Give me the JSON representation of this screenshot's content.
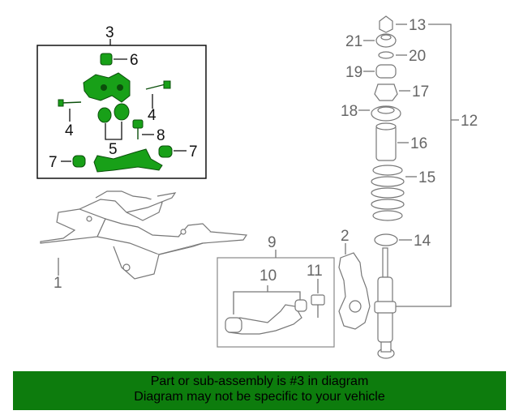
{
  "labels": {
    "l1": "1",
    "l2": "2",
    "l3": "3",
    "l4a": "4",
    "l4b": "4",
    "l5": "5",
    "l6": "6",
    "l7a": "7",
    "l7b": "7",
    "l8": "8",
    "l9": "9",
    "l10": "10",
    "l11": "11",
    "l12": "12",
    "l13": "13",
    "l14": "14",
    "l15": "15",
    "l16": "16",
    "l17": "17",
    "l18": "18",
    "l19": "19",
    "l20": "20",
    "l21": "21"
  },
  "footer": {
    "line1": "Part or sub-assembly is #3 in diagram",
    "line2": "Diagram may not be specific to your vehicle"
  },
  "colors": {
    "highlight": "#18a018",
    "footer_bg": "#0d7c0d"
  }
}
